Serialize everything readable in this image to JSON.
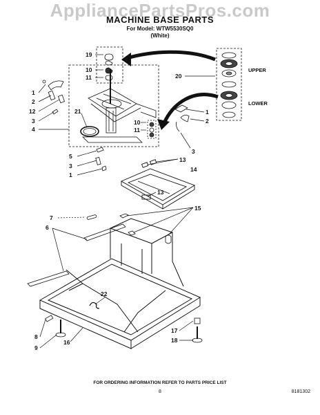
{
  "watermark": "AppliancePartsPros.com",
  "header": {
    "title": "MACHINE BASE PARTS",
    "model": "For Model: WTW5530SQ0",
    "color": "(White)"
  },
  "callouts": [
    {
      "id": "c19",
      "text": "19"
    },
    {
      "id": "c10a",
      "text": "10"
    },
    {
      "id": "c11a",
      "text": "11"
    },
    {
      "id": "c20",
      "text": "20"
    },
    {
      "id": "c1a",
      "text": "1"
    },
    {
      "id": "c2a",
      "text": "2"
    },
    {
      "id": "c12",
      "text": "12"
    },
    {
      "id": "c3a",
      "text": "3"
    },
    {
      "id": "c21",
      "text": "21"
    },
    {
      "id": "c4",
      "text": "4"
    },
    {
      "id": "c1b",
      "text": "1"
    },
    {
      "id": "c2b",
      "text": "2"
    },
    {
      "id": "c10b",
      "text": "10"
    },
    {
      "id": "c11b",
      "text": "11"
    },
    {
      "id": "c3b",
      "text": "3"
    },
    {
      "id": "c5",
      "text": "5"
    },
    {
      "id": "c3c",
      "text": "3"
    },
    {
      "id": "c1c",
      "text": "1"
    },
    {
      "id": "c13a",
      "text": "13"
    },
    {
      "id": "c14",
      "text": "14"
    },
    {
      "id": "c13b",
      "text": "13"
    },
    {
      "id": "c15",
      "text": "15"
    },
    {
      "id": "c7",
      "text": "7"
    },
    {
      "id": "c6",
      "text": "6"
    },
    {
      "id": "c22",
      "text": "22"
    },
    {
      "id": "c8",
      "text": "8"
    },
    {
      "id": "c9",
      "text": "9"
    },
    {
      "id": "c16",
      "text": "16"
    },
    {
      "id": "c17",
      "text": "17"
    },
    {
      "id": "c18",
      "text": "18"
    }
  ],
  "inset_labels": {
    "upper": "UPPER",
    "lower": "LOWER"
  },
  "footer": {
    "note": "FOR ORDERING INFORMATION REFER TO PARTS PRICE LIST",
    "page": "8",
    "doc": "8181302"
  }
}
